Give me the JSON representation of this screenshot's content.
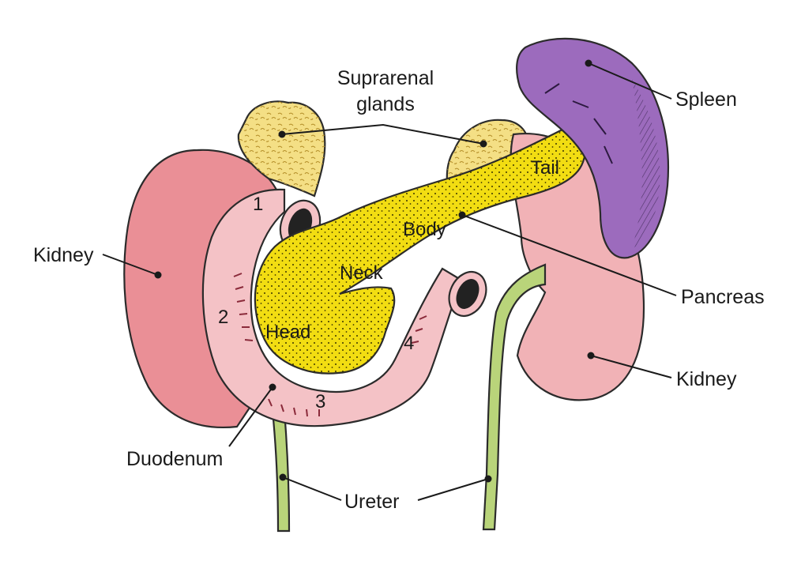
{
  "colors": {
    "kidney": "#ea8f96",
    "kidney_light": "#f1b2b6",
    "duodenum": "#f4c2c6",
    "pancreas": "#f2dd12",
    "suprarenal": "#f4df85",
    "spleen": "#9c6bbd",
    "ureter": "#b9d47a",
    "outline": "#2b2b2b"
  },
  "labels": {
    "suprarenal_line1": "Suprarenal",
    "suprarenal_line2": "glands",
    "spleen": "Spleen",
    "kidney_left": "Kidney",
    "kidney_right": "Kidney",
    "pancreas": "Pancreas",
    "duodenum": "Duodenum",
    "ureter": "Ureter"
  },
  "pancreas_parts": {
    "tail": "Tail",
    "body": "Body",
    "neck": "Neck",
    "head": "Head"
  },
  "duodenum_parts": {
    "part1": "1",
    "part2": "2",
    "part3": "3",
    "part4": "4"
  }
}
